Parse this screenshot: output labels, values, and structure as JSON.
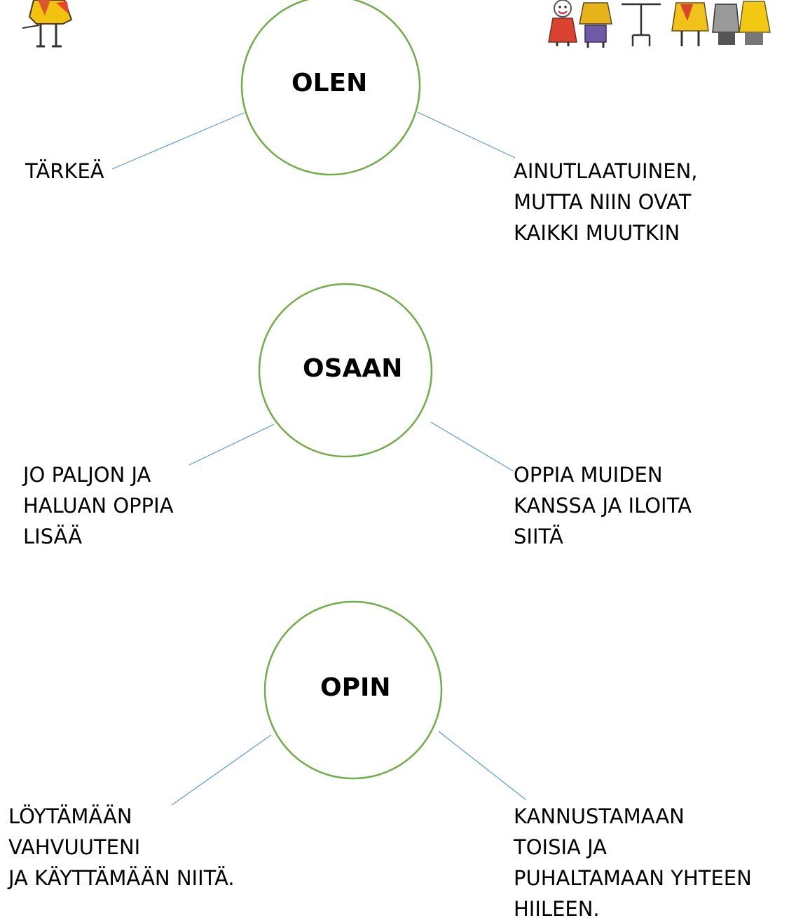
{
  "colors": {
    "circle_stroke": "#70ad47",
    "connector": "#5b9bd5",
    "text": "#000000"
  },
  "decorations": {
    "left_drawing": "child-drawing-figure",
    "right_drawing": "child-drawing-group-of-figures"
  },
  "groups": [
    {
      "title": "OLEN",
      "left": [
        "TÄRKEÄ"
      ],
      "right": [
        "AINUTLAATUINEN,",
        "MUTTA NIIN OVAT",
        "KAIKKI MUUTKIN"
      ]
    },
    {
      "title": "OSAAN",
      "left": [
        "JO PALJON JA",
        "HALUAN OPPIA",
        "LISÄÄ"
      ],
      "right": [
        "OPPIA MUIDEN",
        "KANSSA JA ILOITA",
        "SIITÄ"
      ]
    },
    {
      "title": "OPIN",
      "left": [
        "LÖYTÄMÄÄN",
        "VAHVUUTENI",
        "JA KÄYTTÄMÄÄN NIITÄ."
      ],
      "right": [
        "KANNUSTAMAAN",
        "TOISIA JA",
        "PUHALTAMAAN YHTEEN",
        "HIILEEN."
      ]
    }
  ]
}
